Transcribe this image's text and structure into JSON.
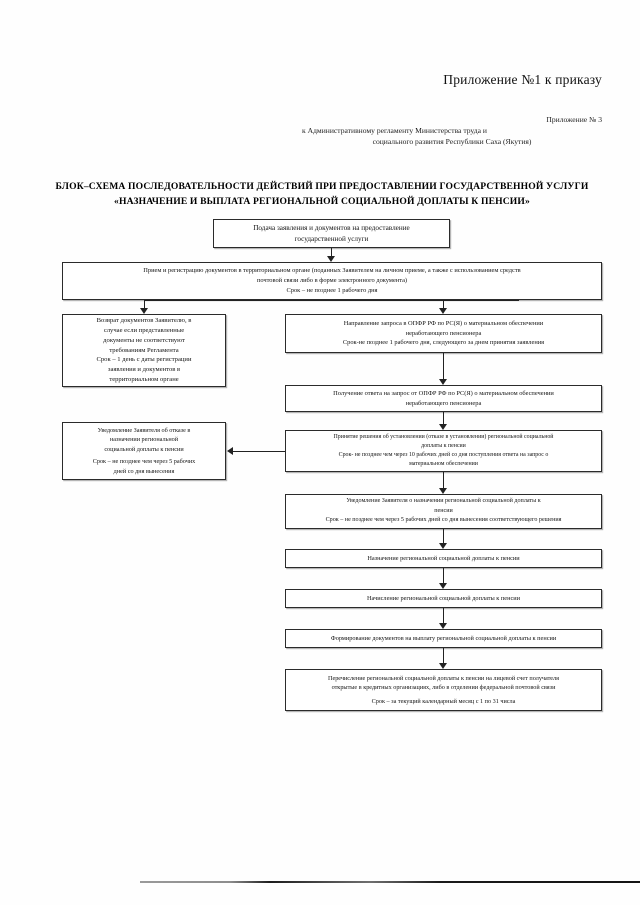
{
  "header": {
    "appendix_main": "Приложение №1 к приказу",
    "appendix_sub_line1": "Приложение № 3",
    "appendix_sub_line2": "к Административному регламенту Министерства труда и",
    "appendix_sub_line3": "социального развития Республики Саха (Якутия)"
  },
  "title": {
    "line1": "БЛОК–СХЕМА ПОСЛЕДОВАТЕЛЬНОСТИ ДЕЙСТВИЙ ПРИ ПРЕДОСТАВЛЕНИИ ГОСУДАРСТВЕННОЙ УСЛУГИ",
    "line2": "«НАЗНАЧЕНИЕ И ВЫПЛАТА РЕГИОНАЛЬНОЙ СОЦИАЛЬНОЙ ДОПЛАТЫ К ПЕНСИИ»"
  },
  "flowchart": {
    "type": "flowchart",
    "orientation": "top-to-bottom",
    "nodes": [
      {
        "id": "submit",
        "lines": [
          "Подача заявления и документов на предоставление",
          "государственной услуги"
        ]
      },
      {
        "id": "receive-register",
        "lines": [
          "Прием и регистрацию документов в территориальном органе (поданных Заявителем на личном приеме, а также с использованием средств",
          "почтовой связи либо в форме электронного документа)",
          "Срок – не позднее 1 рабочего дня"
        ]
      },
      {
        "id": "return-documents",
        "lines": [
          "Возврат документов Заявителю, в",
          "случае если представленные",
          "документы не соответствуют",
          "требованиям Регламента",
          "",
          "Срок – 1 день с даты регистрации",
          "заявления и документов в",
          "территориальном органе"
        ]
      },
      {
        "id": "send-request",
        "lines": [
          "Направление запроса в ОПФР РФ по РС(Я) о материальном обеспечении",
          "неработающего пенсионера",
          "Срок-не позднее 1 рабочего дня, следующего за днем принятия заявления"
        ]
      },
      {
        "id": "receive-answer",
        "lines": [
          "Получение ответа на запрос от ОПФР РФ по РС(Я) о материальном обеспечении",
          "неработающего пенсионера"
        ]
      },
      {
        "id": "decision",
        "lines": [
          "Принятие решения об установлении (отказе в установлении) региональной социальной",
          "доплаты к пенсии",
          "Срок- не позднее чем через 10 рабочих дней со дня поступления ответа на запрос о",
          "материальном обеспечении"
        ]
      },
      {
        "id": "notify-refusal",
        "lines": [
          "Уведомление Заявителя об отказе в",
          "назначении региональной",
          "социальной доплаты к пенсии",
          "",
          "Срок – не позднее чем через 5 рабочих",
          "дней со дня вынесения"
        ]
      },
      {
        "id": "notify-grant",
        "lines": [
          "Уведомление Заявителя о назначении региональной социальной доплаты к",
          "пенсии",
          "Срок – не позднее чем через 5 рабочих дней со дня вынесения соответствующего решения"
        ]
      },
      {
        "id": "assign",
        "lines": [
          "Назначение региональной социальной доплаты к пенсии"
        ]
      },
      {
        "id": "accrual",
        "lines": [
          "Начисление региональной социальной доплаты к пенсии"
        ]
      },
      {
        "id": "form-documents",
        "lines": [
          "Формирование документов на выплату региональной социальной доплаты к пенсии"
        ]
      },
      {
        "id": "transfer",
        "lines": [
          "Перечисление региональной социальной доплаты к пенсии на лицевой счет получателя",
          "открытые в кредитных организациях, либо в отделении федеральной почтовой связи",
          "",
          "Срок – за текущий календарный месяц с 1 по 31 числа"
        ]
      }
    ]
  }
}
